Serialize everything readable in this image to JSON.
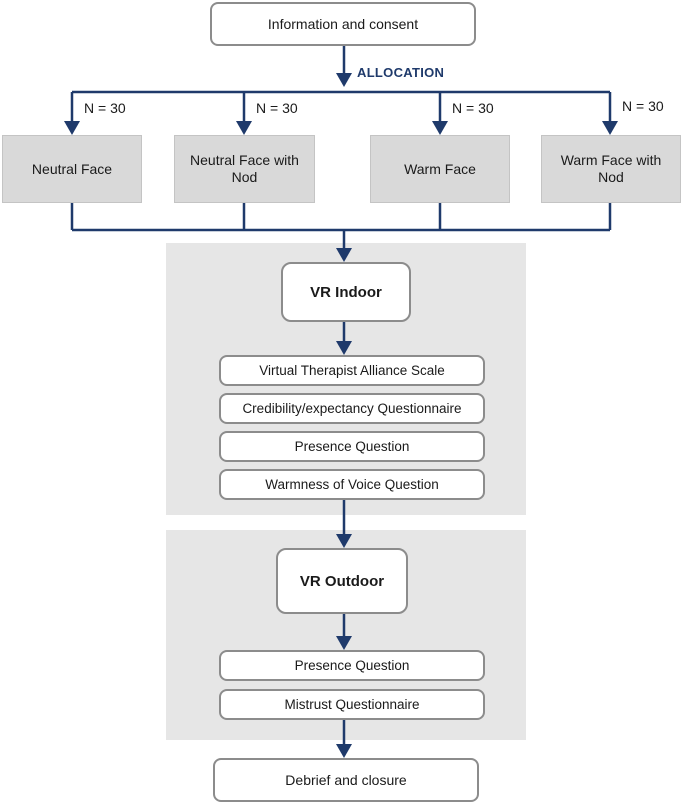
{
  "top": {
    "consent": "Information and consent"
  },
  "allocation": "ALLOCATION",
  "groups": [
    {
      "label": "Neutral Face",
      "n": "N = 30"
    },
    {
      "label": "Neutral Face with Nod",
      "n": "N = 30"
    },
    {
      "label": "Warm Face",
      "n": "N = 30"
    },
    {
      "label": "Warm Face with Nod",
      "n": "N = 30"
    }
  ],
  "indoor": {
    "title": "VR Indoor",
    "measures": [
      "Virtual Therapist Alliance Scale",
      "Credibility/expectancy Questionnaire",
      "Presence Question",
      "Warmness of Voice Question"
    ]
  },
  "outdoor": {
    "title": "VR Outdoor",
    "measures": [
      "Presence Question",
      "Mistrust Questionnaire"
    ]
  },
  "bottom": {
    "closure": "Debrief and closure"
  },
  "colors": {
    "connector": "#1f3a6b",
    "panel": "#e6e6e6",
    "group_box": "#d9d9d9",
    "box_border": "#8c8c8c"
  }
}
